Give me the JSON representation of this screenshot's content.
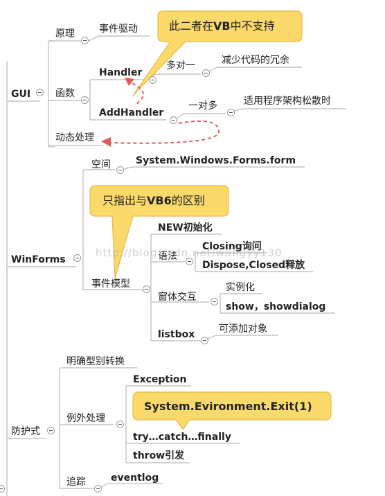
{
  "colors": {
    "line": "#b9b9b9",
    "callout_fill": "#fbd96a",
    "callout_stroke": "#e8b94a",
    "arrow": "#e05a5a"
  },
  "nodes": {
    "gui": "GUI",
    "gui_yuanli": "原理",
    "gui_shijianqudong": "事件驱动",
    "gui_hanshu": "函数",
    "gui_handler": "Handler",
    "gui_duoduiyi": "多对一",
    "gui_jianshao": "减少代码的冗余",
    "gui_addhandler": "AddHandler",
    "gui_yiduiduo": "一对多",
    "gui_shiyong": "适用程序架构松散时",
    "gui_dongtai": "动态处理",
    "winforms": "WinForms",
    "wf_kongjian": "空间",
    "wf_namespace": "System.Windows.Forms.form",
    "wf_shijianmoxing": "事件模型",
    "wf_new": "NEW初始化",
    "wf_yufa": "语法",
    "wf_closing": "Closing询问",
    "wf_dispose": "Dispose,Closed释放",
    "wf_chuangti": "窗体交互",
    "wf_shilihua": "实例化",
    "wf_show": "show，showdialog",
    "wf_listbox": "listbox",
    "wf_kejia": "可添加对象",
    "fh": "防护式",
    "fh_mingque": "明确型别转换",
    "fh_liwai": "例外处理",
    "fh_exception": "Exception",
    "fh_trycatch": "try…catch…finally",
    "fh_throw": "throw引发",
    "fh_zhuizong": "追踪",
    "fh_eventlog": "eventlog"
  },
  "callouts": {
    "vb": "此二者在VB中不支持",
    "vb6": "只指出与VB6的区别",
    "exit": "System.Evironment.Exit(1)"
  },
  "watermark": "http://blog.csdn.net/wangyy130"
}
